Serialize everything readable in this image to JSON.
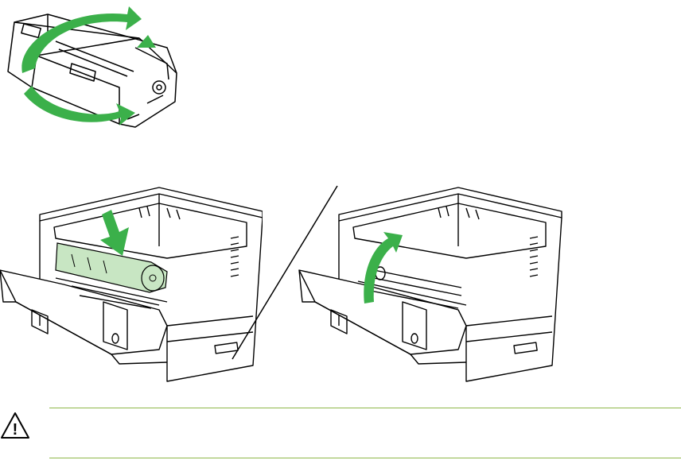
{
  "colors": {
    "arrow_green": "#3bb04a",
    "toner_highlight": "#c8e6c3",
    "line": "#000000",
    "rule": "#8fb84a"
  },
  "figures": {
    "cartridge": {
      "icon": "toner-cartridge-rotate-illustration"
    },
    "insert": {
      "icon": "printer-insert-cartridge-illustration"
    },
    "close": {
      "icon": "printer-close-door-illustration"
    }
  },
  "caution": {
    "icon": "caution-triangle-icon",
    "symbol": "!"
  }
}
